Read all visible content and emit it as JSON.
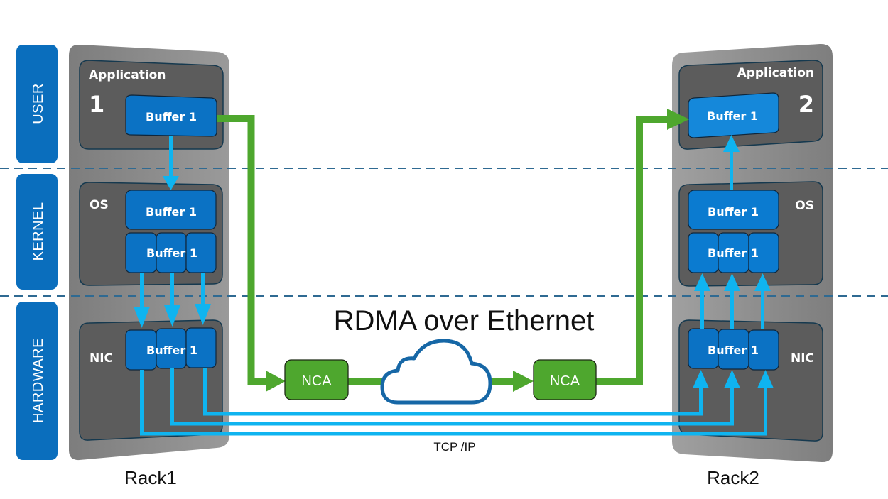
{
  "title": "RDMA over Ethernet",
  "layers": [
    {
      "label": "USER"
    },
    {
      "label": "KERNEL"
    },
    {
      "label": "HARDWARE"
    }
  ],
  "racks": [
    {
      "label": "Rack1",
      "application": {
        "title": "Application",
        "number": "1",
        "buffer": "Buffer 1"
      },
      "os": {
        "title": "OS",
        "buffer_top": "Buffer 1",
        "buffer_split": "Buffer 1"
      },
      "nic": {
        "title": "NIC",
        "buffer_split": "Buffer 1"
      }
    },
    {
      "label": "Rack2",
      "application": {
        "title": "Application",
        "number": "2",
        "buffer": "Buffer 1"
      },
      "os": {
        "title": "OS",
        "buffer_top": "Buffer 1",
        "buffer_split": "Buffer 1"
      },
      "nic": {
        "title": "NIC",
        "buffer_split": "Buffer 1"
      }
    }
  ],
  "network": {
    "nca_left": "NCA",
    "nca_right": "NCA",
    "cloud_icon": "cloud-icon",
    "tcp_label": "TCP /IP"
  },
  "colors": {
    "layer_blue": "#0A6EBD",
    "buffer_blue": "#0B72C4",
    "rdma_green": "#4EA72E",
    "tcp_cyan": "#0FB4F0",
    "rack_gray": "#8A8A8A",
    "panel_dark": "#5C5C5C",
    "cloud_outline": "#1667A6",
    "divider": "#2F6A92"
  }
}
